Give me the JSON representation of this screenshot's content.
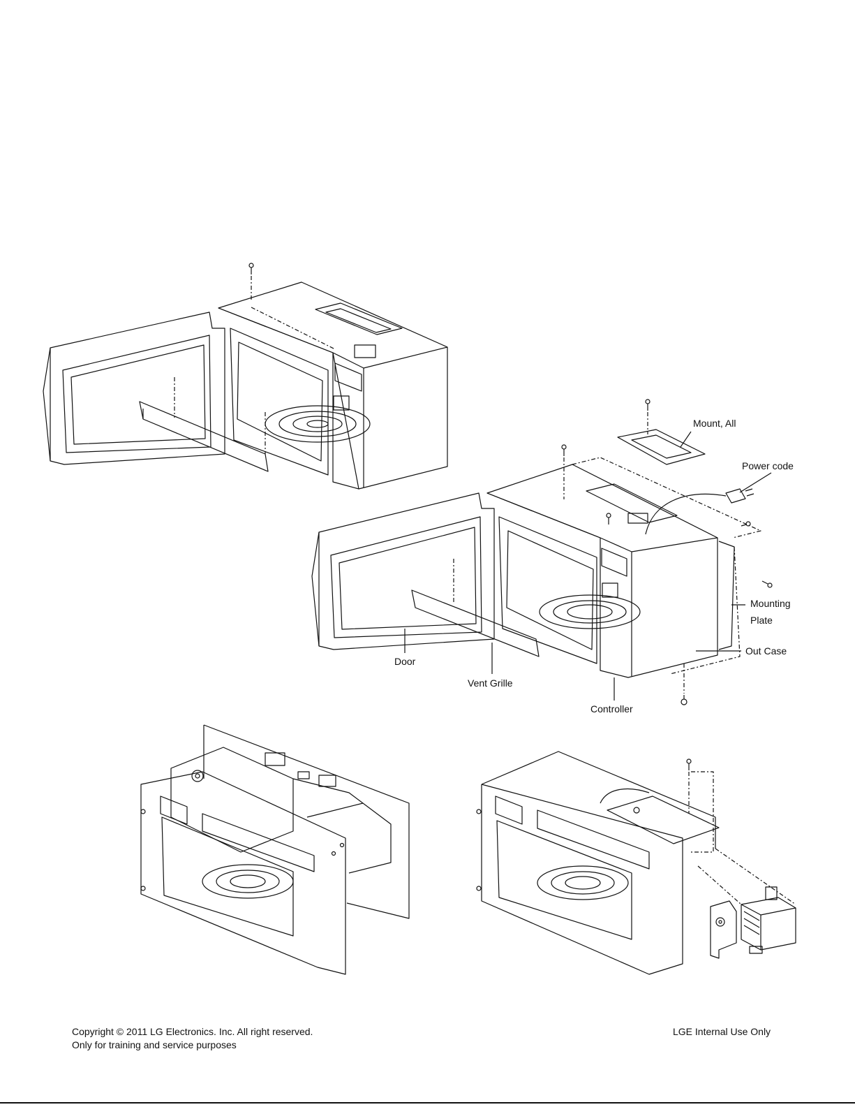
{
  "labels": {
    "mount_all": "Mount, All",
    "power_code": "Power code",
    "mounting": "Mounting",
    "plate": "Plate",
    "out_case": "Out Case",
    "door": "Door",
    "vent_grille": "Vent Grille",
    "controller": "Controller"
  },
  "footer": {
    "copyright": "Copyright © 2011 LG Electronics. Inc. All right reserved.",
    "training": "Only for training and service purposes",
    "internal": "LGE Internal Use Only"
  },
  "colors": {
    "ink": "#111111",
    "paper": "#ffffff"
  }
}
